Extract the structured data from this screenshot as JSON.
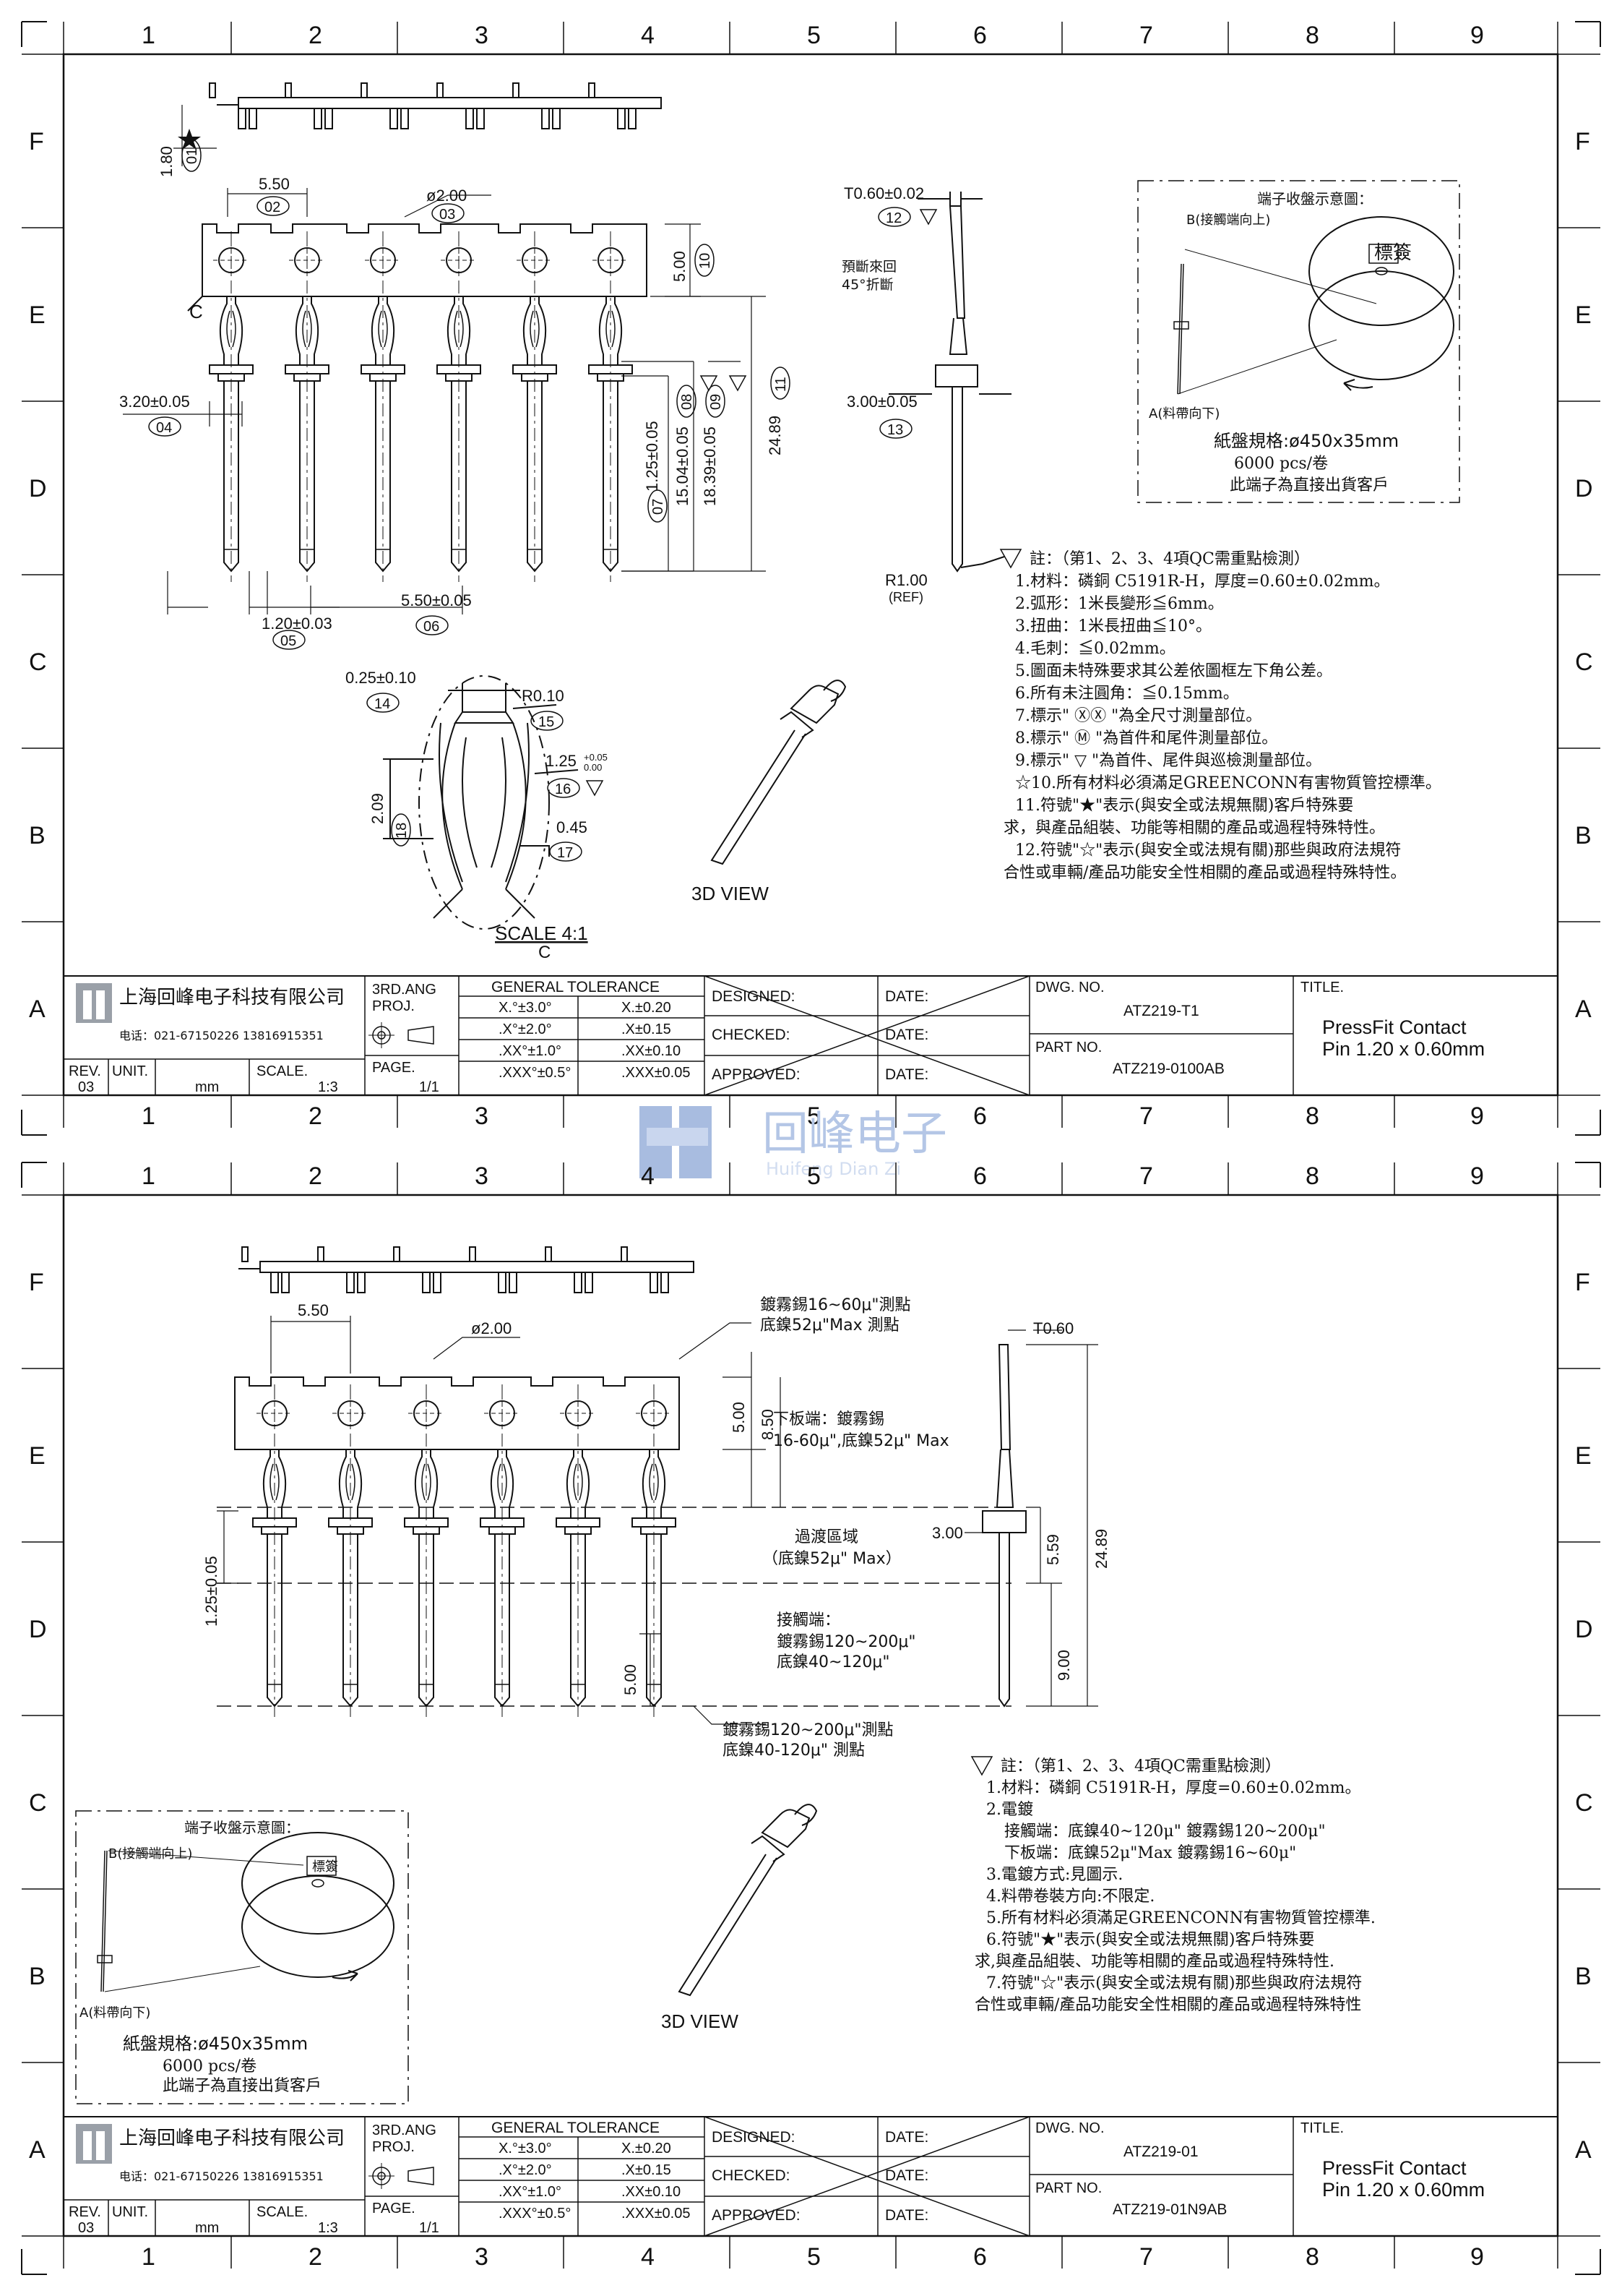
{
  "grid": {
    "columns": [
      "1",
      "2",
      "3",
      "4",
      "5",
      "6",
      "7",
      "8",
      "9"
    ],
    "rows": [
      "F",
      "E",
      "D",
      "C",
      "B",
      "A"
    ]
  },
  "watermark": {
    "chinese": "回峰电子",
    "pinyin": "Huifeng Dian Zi"
  },
  "sheet1": {
    "title_block": {
      "company": "上海回峰电子科技有限公司",
      "phone": "电话：021-67150226  13816915351",
      "rev_label": "REV.",
      "rev": "03",
      "unit_label": "UNIT.",
      "unit": "mm",
      "scale_label": "SCALE.",
      "scale": "1:3",
      "proj": [
        "3RD.ANG",
        "PROJ."
      ],
      "page_label": "PAGE.",
      "page": "1/1",
      "tol_header": "GENERAL  TOLERANCE",
      "tol": [
        [
          "X.°±3.0°",
          "X.±0.20"
        ],
        [
          ".X°±2.0°",
          ".X±0.15"
        ],
        [
          ".XX°±1.0°",
          ".XX±0.10"
        ],
        [
          ".XXX°±0.5°",
          ".XXX±0.05"
        ]
      ],
      "designed": "DESIGNED:",
      "checked": "CHECKED:",
      "approved": "APPROVED:",
      "date": "DATE:",
      "dwg_label": "DWG. NO.",
      "dwg_no": "ATZ219-T1",
      "part_label": "PART NO.",
      "part_no": "ATZ219-0100AB",
      "title_label": "TITLE.",
      "title1": "PressFit  Contact",
      "title2": "Pin  1.20  x  0.60mm"
    },
    "dims": {
      "d1": "1.80",
      "b1": "01",
      "d2": "5.50",
      "b2": "02",
      "d3": "ø2.00",
      "b3": "03",
      "d4": "3.20±0.05",
      "b4": "04",
      "d5": "1.20±0.03",
      "b5": "05",
      "d6": "5.50±0.05",
      "b6": "06",
      "d7": "1.25±0.05",
      "b7": "07",
      "d8": "15.04±0.05",
      "b8": "08",
      "d9": "18.39±0.05",
      "b9": "09",
      "d10": "5.00",
      "b10": "10",
      "d11": "24.89",
      "b11": "11",
      "d12": "T0.60±0.02",
      "b12": "12",
      "d13": "3.00±0.05",
      "b13": "13",
      "d14": "0.25±0.10",
      "b14": "14",
      "d15": "R0.10",
      "b15": "15",
      "d16": "1.25+0.05/-0.00",
      "d16a": "1.25",
      "d16b": "+0.05",
      "d16c": "0.00",
      "b16": "16",
      "d17": "0.45",
      "b17": "17",
      "d18": "2.09",
      "b18": "18",
      "r_ref": "R1.00",
      "ref": "(REF)",
      "pre_break1": "預斷來回",
      "pre_break2": "45°折斷",
      "c_label": "C",
      "scale_label": "SCALE  4:1",
      "scale_c": "C",
      "view_3d": "3D  VIEW"
    },
    "reel": {
      "title": "端子收盤示意圖：",
      "b_label": "B(接觸端向上)",
      "a_label": "A(料帶向下)",
      "tag": "標簽",
      "spec": "紙盤規格:ø450x35mm",
      "qty": "6000  pcs/卷",
      "note": "此端子為直接出貨客戶"
    },
    "notes": [
      "註：（第1、2、3、4項QC需重點檢測）",
      "1.材料：磷銅 C5191R-H，厚度=0.60±0.02mm。",
      "2.弧形：1米長變形≦6mm。",
      "3.扭曲：1米長扭曲≦10°。",
      "4.毛刺：≦0.02mm。",
      "5.圖面未特殊要求其公差依圖框左下角公差。",
      "6.所有未注圓角：≦0.15mm。",
      "7.標示\" ⓍⓍ \"為全尺寸測量部位。",
      "8.標示\" Ⓜ \"為首件和尾件測量部位。",
      "9.標示\" ▽ \"為首件、尾件與巡檢測量部位。",
      "☆10.所有材料必須滿足GREENCONN有害物質管控標準。",
      "11.符號\"★\"表示(與安全或法規無關)客戶特殊要",
      "求，與產品組裝、功能等相關的產品或過程特殊特性。",
      "12.符號\"☆\"表示(與安全或法規有關)那些與政府法規符",
      "合性或車輛/產品功能安全性相關的產品或過程特殊特性。"
    ]
  },
  "sheet2": {
    "title_block": {
      "company": "上海回峰电子科技有限公司",
      "phone": "电话：021-67150226  13816915351",
      "rev_label": "REV.",
      "rev": "03",
      "unit_label": "UNIT.",
      "unit": "mm",
      "scale_label": "SCALE.",
      "scale": "1:3",
      "proj": [
        "3RD.ANG",
        "PROJ."
      ],
      "page_label": "PAGE.",
      "page": "1/1",
      "tol_header": "GENERAL  TOLERANCE",
      "tol": [
        [
          "X.°±3.0°",
          "X.±0.20"
        ],
        [
          ".X°±2.0°",
          ".X±0.15"
        ],
        [
          ".XX°±1.0°",
          ".XX±0.10"
        ],
        [
          ".XXX°±0.5°",
          ".XXX±0.05"
        ]
      ],
      "designed": "DESIGNED:",
      "checked": "CHECKED:",
      "approved": "APPROVED:",
      "date": "DATE:",
      "dwg_label": "DWG. NO.",
      "dwg_no": "ATZ219-01",
      "part_label": "PART NO.",
      "part_no": "ATZ219-01N9AB",
      "title_label": "TITLE.",
      "title1": "PressFit  Contact",
      "title2": "Pin  1.20  x  0.60mm"
    },
    "dims": {
      "d1": "5.50",
      "d2": "ø2.00",
      "d3": "5.00",
      "d4": "8.50",
      "d5": "1.25±0.05",
      "d6": "5.00",
      "d7": "T0.60",
      "d8": "3.00",
      "d9": "5.59",
      "d10": "9.00",
      "d11": "24.89",
      "view_3d": "3D  VIEW"
    },
    "plating": {
      "top1": "鍍霧錫16~60μ\"測點",
      "top2": "底鎳52μ\"Max 測點",
      "board1": "下板端：鍍霧錫",
      "board2": "16-60μ\",底鎳52μ\" Max",
      "trans1": "過渡區域",
      "trans2": "（底鎳52μ\" Max）",
      "contact1": "接觸端：",
      "contact2": "鍍霧錫120~200μ\"",
      "contact3": "底鎳40~120μ\"",
      "bottom1": "鍍霧錫120~200μ\"測點",
      "bottom2": "底鎳40-120μ\" 測點"
    },
    "reel": {
      "title": "端子收盤示意圖：",
      "b_label": "B(接觸端向上)",
      "a_label": "A(料帶向下)",
      "tag": "標簽",
      "spec": "紙盤規格:ø450x35mm",
      "qty": "6000  pcs/卷",
      "note": "此端子為直接出貨客戶"
    },
    "notes": [
      "註：（第1、2、3、4項QC需重點檢測）",
      "1.材料：磷銅 C5191R-H，厚度=0.60±0.02mm。",
      "2.電鍍",
      "接觸端：底鎳40~120μ\"  鍍霧錫120~200μ\"",
      "下板端：底鎳52μ\"Max   鍍霧錫16~60μ\"",
      "3.電鍍方式:見圖示.",
      "4.料帶卷裝方向:不限定.",
      "5.所有材料必須滿足GREENCONN有害物質管控標準.",
      "6.符號\"★\"表示(與安全或法規無關)客戶特殊要",
      "求,與產品組裝、功能等相關的產品或過程特殊特性.",
      "7.符號\"☆\"表示(與安全或法規有關)那些與政府法規符",
      "合性或車輛/產品功能安全性相關的產品或過程特殊特性"
    ]
  }
}
